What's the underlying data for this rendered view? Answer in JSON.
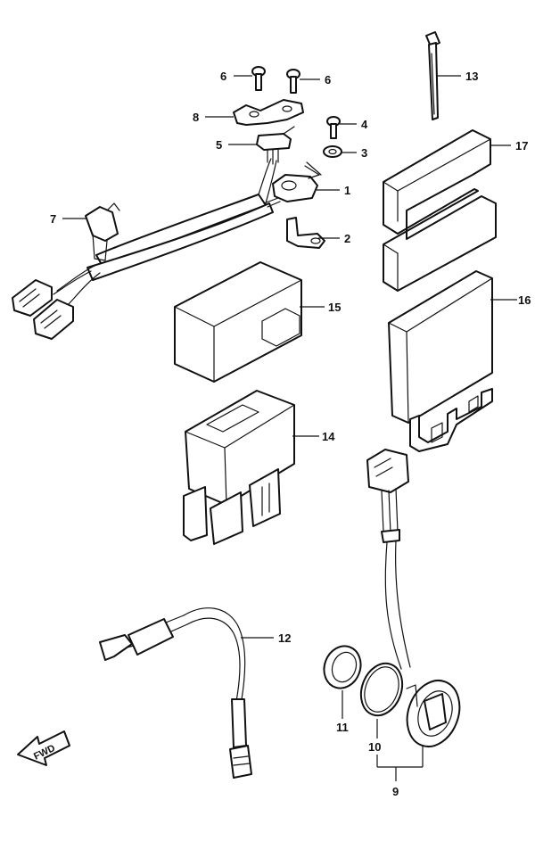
{
  "callouts": {
    "c1": "1",
    "c2": "2",
    "c3": "3",
    "c4": "4",
    "c5": "5",
    "c6a": "6",
    "c6b": "6",
    "c7": "7",
    "c8": "8",
    "c9": "9",
    "c10": "10",
    "c11": "11",
    "c12": "12",
    "c13": "13",
    "c14": "14",
    "c15": "15",
    "c16": "16",
    "c17": "17"
  },
  "direction_arrow": {
    "label": "FWD",
    "icon": "fwd-arrow-icon"
  }
}
